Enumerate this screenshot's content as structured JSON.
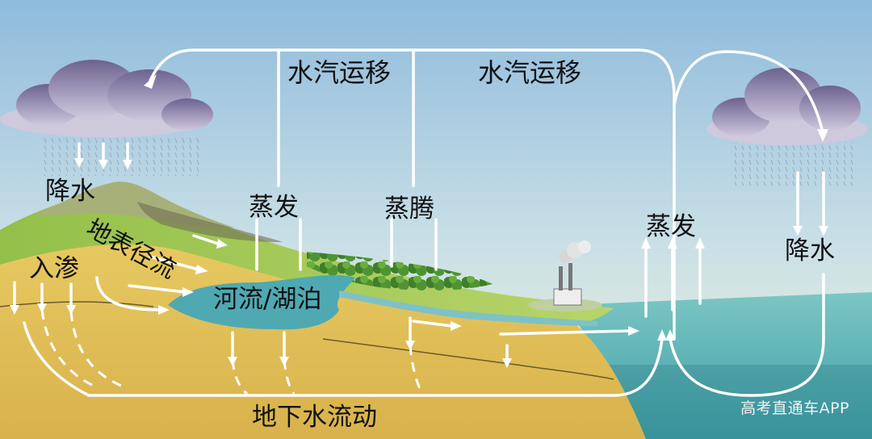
{
  "labels": {
    "vapor_transport_left": "水汽运移",
    "vapor_transport_right": "水汽运移",
    "precipitation_left": "降水",
    "precipitation_right": "降水",
    "evaporation_river": "蒸发",
    "transpiration": "蒸腾",
    "evaporation_ocean": "蒸发",
    "surface_runoff": "地表径流",
    "infiltration": "入渗",
    "river_lake": "河流/湖泊",
    "groundwater_flow": "地下水流动"
  },
  "watermark": "高考直通车APP",
  "colors": {
    "sky_top": "#8fbbdc",
    "sky_bottom": "#e8f2dc",
    "land": "#e3c25a",
    "hill_green": "#7fb23a",
    "water": "#5cb6b7",
    "ocean": "#4da7ad",
    "arrow": "#ffffff",
    "cloud": "#7b6f96"
  }
}
